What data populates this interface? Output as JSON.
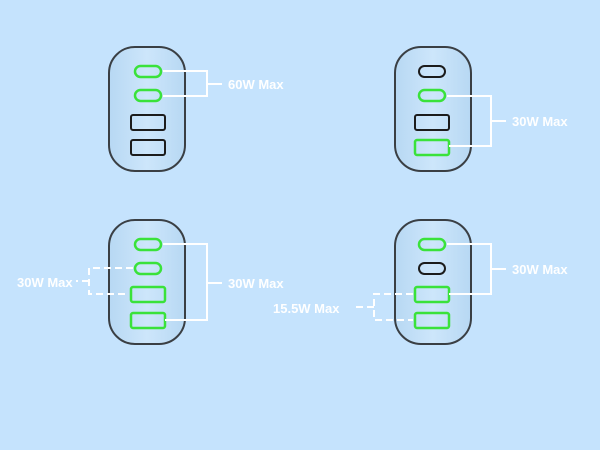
{
  "chargers": [
    {
      "ports": [
        {
          "type": "usb-c",
          "active": true
        },
        {
          "type": "usb-c",
          "active": true
        },
        {
          "type": "usb-a",
          "active": false
        },
        {
          "type": "usb-a",
          "active": false
        }
      ],
      "labels": [
        {
          "text": "60W Max"
        }
      ]
    },
    {
      "ports": [
        {
          "type": "usb-c",
          "active": false
        },
        {
          "type": "usb-c",
          "active": true
        },
        {
          "type": "usb-a",
          "active": false
        },
        {
          "type": "usb-a",
          "active": true
        }
      ],
      "labels": [
        {
          "text": "30W Max"
        }
      ]
    },
    {
      "ports": [
        {
          "type": "usb-c",
          "active": true
        },
        {
          "type": "usb-c",
          "active": true
        },
        {
          "type": "usb-a",
          "active": true
        },
        {
          "type": "usb-a",
          "active": true
        }
      ],
      "labels": [
        {
          "text": "30W Max"
        },
        {
          "text": "30W Max"
        }
      ]
    },
    {
      "ports": [
        {
          "type": "usb-c",
          "active": true
        },
        {
          "type": "usb-c",
          "active": false
        },
        {
          "type": "usb-a",
          "active": true
        },
        {
          "type": "usb-a",
          "active": true
        }
      ],
      "labels": [
        {
          "text": "30W Max"
        },
        {
          "text": "15.5W Max"
        }
      ]
    }
  ],
  "colors": {
    "background": "#c5e3fd",
    "active_port": "#3ae23a",
    "inactive_port": "#1c1c1c",
    "bracket": "#ffffff"
  }
}
